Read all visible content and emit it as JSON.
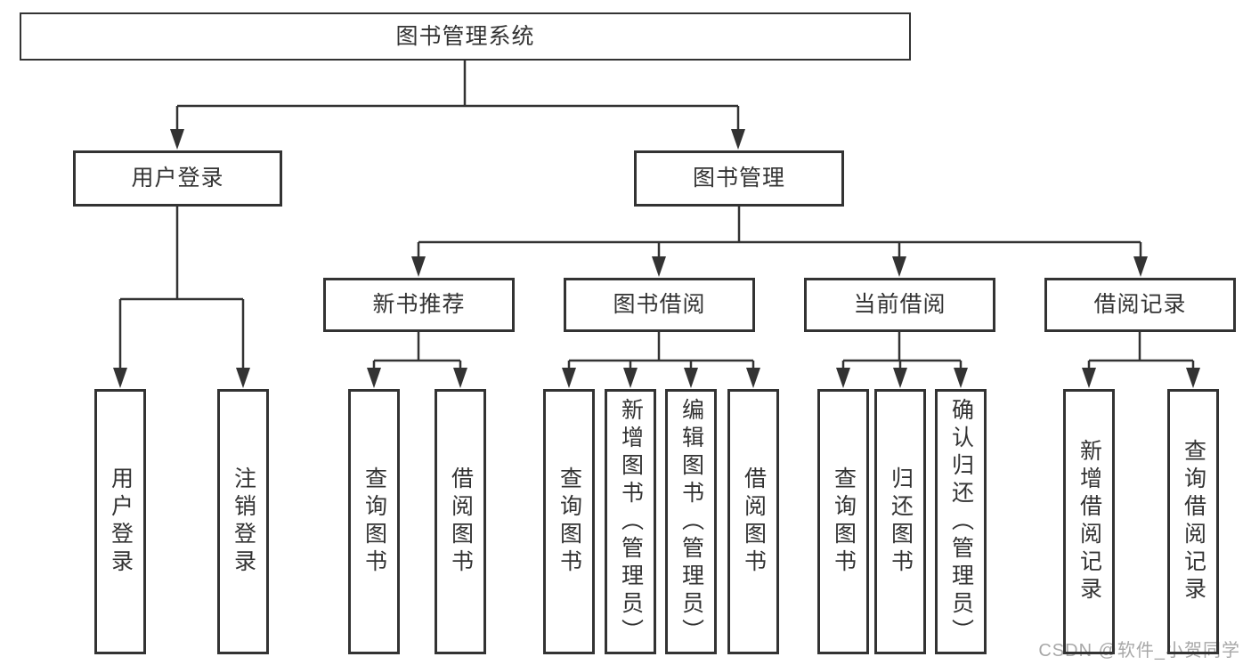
{
  "diagram": {
    "title": "图书管理系统",
    "level2": {
      "user_login": "用户登录",
      "book_mgmt": "图书管理"
    },
    "level3": {
      "new_book_rec": "新书推荐",
      "book_borrow": "图书借阅",
      "current_borrow": "当前借阅",
      "borrow_records": "借阅记录"
    },
    "leaves": {
      "user_login": "用户登录",
      "logout": "注销登录",
      "nb_query": "查询图书",
      "nb_borrow": "借阅图书",
      "bb_query": "查询图书",
      "bb_add": "新增图书（管理员）",
      "bb_edit": "编辑图书（管理员）",
      "bb_borrow": "借阅图书",
      "cb_query": "查询图书",
      "cb_return": "归还图书",
      "cb_confirm": "确认归还（管理员）",
      "br_add": "新增借阅记录",
      "br_query": "查询借阅记录"
    }
  },
  "watermark": "CSDN @软件_小贺同学",
  "colors": {
    "line": "#333333",
    "text": "#333333",
    "watermark": "#a8a8a8",
    "background": "#ffffff"
  }
}
